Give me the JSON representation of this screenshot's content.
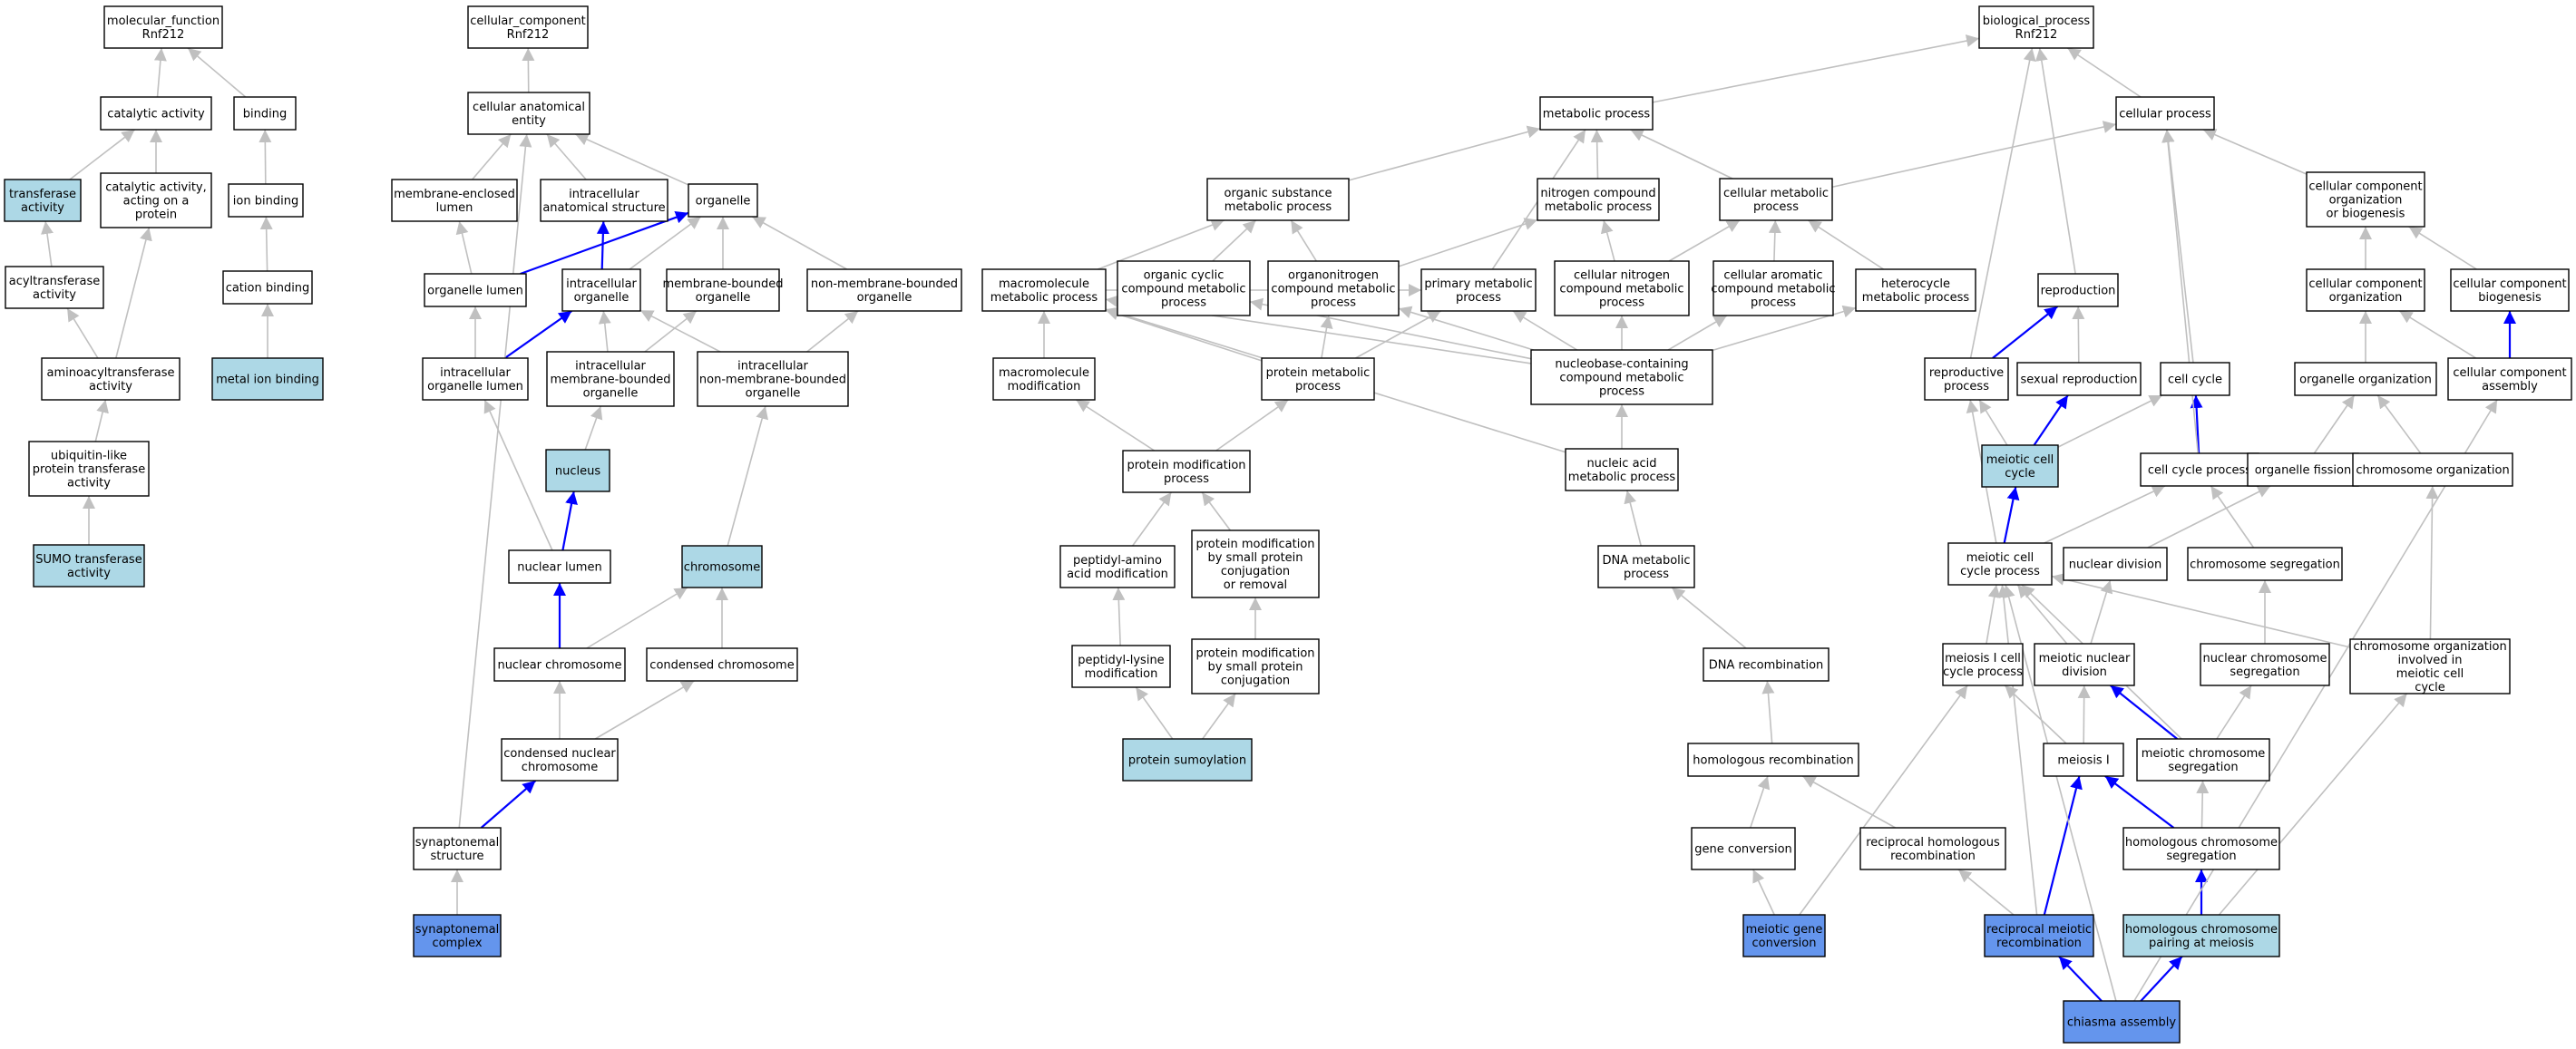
{
  "colors": {
    "node_fill": "#ffffff",
    "highlight_light": "#add8e6",
    "highlight_dark": "#6495ed",
    "edge_gray": "#c0c0c0",
    "edge_blue": "#0000ff",
    "border": "#000000"
  },
  "nodes": [
    {
      "id": "mf",
      "lines": [
        "molecular_function",
        "Rnf212"
      ],
      "fill": "white"
    },
    {
      "id": "catact",
      "lines": [
        "catalytic activity"
      ],
      "fill": "white"
    },
    {
      "id": "binding",
      "lines": [
        "binding"
      ],
      "fill": "white"
    },
    {
      "id": "transf",
      "lines": [
        "transferase",
        "activity"
      ],
      "fill": "light"
    },
    {
      "id": "catprot",
      "lines": [
        "catalytic activity,",
        "acting on a",
        "protein"
      ],
      "fill": "white"
    },
    {
      "id": "ionbind",
      "lines": [
        "ion binding"
      ],
      "fill": "white"
    },
    {
      "id": "acyltr",
      "lines": [
        "acyltransferase",
        "activity"
      ],
      "fill": "white"
    },
    {
      "id": "cationb",
      "lines": [
        "cation binding"
      ],
      "fill": "white"
    },
    {
      "id": "aminoacyl",
      "lines": [
        "aminoacyltransferase",
        "activity"
      ],
      "fill": "white"
    },
    {
      "id": "metalion",
      "lines": [
        "metal ion binding"
      ],
      "fill": "light"
    },
    {
      "id": "ubiq",
      "lines": [
        "ubiquitin-like",
        "protein transferase",
        "activity"
      ],
      "fill": "white"
    },
    {
      "id": "sumotr",
      "lines": [
        "SUMO transferase",
        "activity"
      ],
      "fill": "light"
    },
    {
      "id": "cc",
      "lines": [
        "cellular_component",
        "Rnf212"
      ],
      "fill": "white"
    },
    {
      "id": "cae",
      "lines": [
        "cellular anatomical",
        "entity"
      ],
      "fill": "white"
    },
    {
      "id": "mel",
      "lines": [
        "membrane-enclosed",
        "lumen"
      ],
      "fill": "white"
    },
    {
      "id": "ias",
      "lines": [
        "intracellular",
        "anatomical structure"
      ],
      "fill": "white"
    },
    {
      "id": "organelle",
      "lines": [
        "organelle"
      ],
      "fill": "white"
    },
    {
      "id": "orglumen",
      "lines": [
        "organelle lumen"
      ],
      "fill": "white"
    },
    {
      "id": "intorg",
      "lines": [
        "intracellular",
        "organelle"
      ],
      "fill": "white"
    },
    {
      "id": "mborg",
      "lines": [
        "membrane-bounded",
        "organelle"
      ],
      "fill": "white"
    },
    {
      "id": "nmborg",
      "lines": [
        "non-membrane-bounded",
        "organelle"
      ],
      "fill": "white"
    },
    {
      "id": "intorglumen",
      "lines": [
        "intracellular",
        "organelle lumen"
      ],
      "fill": "white"
    },
    {
      "id": "intmborg",
      "lines": [
        "intracellular",
        "membrane-bounded",
        "organelle"
      ],
      "fill": "white"
    },
    {
      "id": "intnmborg",
      "lines": [
        "intracellular",
        "non-membrane-bounded",
        "organelle"
      ],
      "fill": "white"
    },
    {
      "id": "nucleus",
      "lines": [
        "nucleus"
      ],
      "fill": "light"
    },
    {
      "id": "nuclumen",
      "lines": [
        "nuclear lumen"
      ],
      "fill": "white"
    },
    {
      "id": "chromosome",
      "lines": [
        "chromosome"
      ],
      "fill": "light"
    },
    {
      "id": "nucchr",
      "lines": [
        "nuclear chromosome"
      ],
      "fill": "white"
    },
    {
      "id": "condchr",
      "lines": [
        "condensed chromosome"
      ],
      "fill": "white"
    },
    {
      "id": "condnucchr",
      "lines": [
        "condensed nuclear",
        "chromosome"
      ],
      "fill": "white"
    },
    {
      "id": "synstruct",
      "lines": [
        "synaptonemal",
        "structure"
      ],
      "fill": "white"
    },
    {
      "id": "syncomplex",
      "lines": [
        "synaptonemal",
        "complex"
      ],
      "fill": "dark"
    },
    {
      "id": "metproc",
      "lines": [
        "metabolic process"
      ],
      "fill": "white"
    },
    {
      "id": "orgsub",
      "lines": [
        "organic substance",
        "metabolic process"
      ],
      "fill": "white"
    },
    {
      "id": "nitro",
      "lines": [
        "nitrogen compound",
        "metabolic process"
      ],
      "fill": "white"
    },
    {
      "id": "cellmet",
      "lines": [
        "cellular metabolic",
        "process"
      ],
      "fill": "white"
    },
    {
      "id": "macromol",
      "lines": [
        "macromolecule",
        "metabolic process"
      ],
      "fill": "white"
    },
    {
      "id": "orgcyc",
      "lines": [
        "organic cyclic",
        "compound metabolic",
        "process"
      ],
      "fill": "white"
    },
    {
      "id": "organonit",
      "lines": [
        "organonitrogen",
        "compound metabolic",
        "process"
      ],
      "fill": "white"
    },
    {
      "id": "primmet",
      "lines": [
        "primary metabolic",
        "process"
      ],
      "fill": "white"
    },
    {
      "id": "cellnit",
      "lines": [
        "cellular nitrogen",
        "compound metabolic",
        "process"
      ],
      "fill": "white"
    },
    {
      "id": "cellarom",
      "lines": [
        "cellular aromatic",
        "compound metabolic",
        "process"
      ],
      "fill": "white"
    },
    {
      "id": "hetero",
      "lines": [
        "heterocycle",
        "metabolic process"
      ],
      "fill": "white"
    },
    {
      "id": "macromod",
      "lines": [
        "macromolecule",
        "modification"
      ],
      "fill": "white"
    },
    {
      "id": "protmet",
      "lines": [
        "protein metabolic",
        "process"
      ],
      "fill": "white"
    },
    {
      "id": "nucbase",
      "lines": [
        "nucleobase-containing",
        "compound metabolic",
        "process"
      ],
      "fill": "white"
    },
    {
      "id": "protmod",
      "lines": [
        "protein modification",
        "process"
      ],
      "fill": "white"
    },
    {
      "id": "nucacid",
      "lines": [
        "nucleic acid",
        "metabolic process"
      ],
      "fill": "white"
    },
    {
      "id": "peptamino",
      "lines": [
        "peptidyl-amino",
        "acid modification"
      ],
      "fill": "white"
    },
    {
      "id": "protmodsmall",
      "lines": [
        "protein modification",
        "by small protein",
        "conjugation",
        "or removal"
      ],
      "fill": "white"
    },
    {
      "id": "dnamet",
      "lines": [
        "DNA metabolic",
        "process"
      ],
      "fill": "white"
    },
    {
      "id": "peptlys",
      "lines": [
        "peptidyl-lysine",
        "modification"
      ],
      "fill": "white"
    },
    {
      "id": "protmodconj",
      "lines": [
        "protein modification",
        "by small protein",
        "conjugation"
      ],
      "fill": "white"
    },
    {
      "id": "dnarec",
      "lines": [
        "DNA recombination"
      ],
      "fill": "white"
    },
    {
      "id": "protsumo",
      "lines": [
        "protein sumoylation"
      ],
      "fill": "light"
    },
    {
      "id": "homrec",
      "lines": [
        "homologous recombination"
      ],
      "fill": "white"
    },
    {
      "id": "geneconv",
      "lines": [
        "gene conversion"
      ],
      "fill": "white"
    },
    {
      "id": "reciphom",
      "lines": [
        "reciprocal homologous",
        "recombination"
      ],
      "fill": "white"
    },
    {
      "id": "meigeneconv",
      "lines": [
        "meiotic gene",
        "conversion"
      ],
      "fill": "dark"
    },
    {
      "id": "bp",
      "lines": [
        "biological_process",
        "Rnf212"
      ],
      "fill": "white"
    },
    {
      "id": "cellproc",
      "lines": [
        "cellular process"
      ],
      "fill": "white"
    },
    {
      "id": "ccob",
      "lines": [
        "cellular component",
        "organization",
        "or biogenesis"
      ],
      "fill": "white"
    },
    {
      "id": "repro",
      "lines": [
        "reproduction"
      ],
      "fill": "white"
    },
    {
      "id": "cco",
      "lines": [
        "cellular component",
        "organization"
      ],
      "fill": "white"
    },
    {
      "id": "ccb",
      "lines": [
        "cellular component",
        "biogenesis"
      ],
      "fill": "white"
    },
    {
      "id": "reproproc",
      "lines": [
        "reproductive",
        "process"
      ],
      "fill": "white"
    },
    {
      "id": "sexrepro",
      "lines": [
        "sexual reproduction"
      ],
      "fill": "white"
    },
    {
      "id": "cellcycle",
      "lines": [
        "cell cycle"
      ],
      "fill": "white"
    },
    {
      "id": "orgorg",
      "lines": [
        "organelle organization"
      ],
      "fill": "white"
    },
    {
      "id": "cca",
      "lines": [
        "cellular component",
        "assembly"
      ],
      "fill": "white"
    },
    {
      "id": "meicc",
      "lines": [
        "meiotic cell",
        "cycle"
      ],
      "fill": "light"
    },
    {
      "id": "ccproc",
      "lines": [
        "cell cycle process"
      ],
      "fill": "white"
    },
    {
      "id": "orgfis",
      "lines": [
        "organelle fission"
      ],
      "fill": "white"
    },
    {
      "id": "chrorg",
      "lines": [
        "chromosome organization"
      ],
      "fill": "white"
    },
    {
      "id": "meiccproc",
      "lines": [
        "meiotic cell",
        "cycle process"
      ],
      "fill": "white"
    },
    {
      "id": "nucdiv",
      "lines": [
        "nuclear division"
      ],
      "fill": "white"
    },
    {
      "id": "chrseg",
      "lines": [
        "chromosome segregation"
      ],
      "fill": "white"
    },
    {
      "id": "meiIccp",
      "lines": [
        "meiosis I cell",
        "cycle process"
      ],
      "fill": "white"
    },
    {
      "id": "meinucdiv",
      "lines": [
        "meiotic nuclear",
        "division"
      ],
      "fill": "white"
    },
    {
      "id": "nucchrseg",
      "lines": [
        "nuclear chromosome",
        "segregation"
      ],
      "fill": "white"
    },
    {
      "id": "chrorgmei",
      "lines": [
        "chromosome organization",
        "involved in",
        "meiotic cell",
        "cycle"
      ],
      "fill": "white"
    },
    {
      "id": "meiosisI",
      "lines": [
        "meiosis I"
      ],
      "fill": "white"
    },
    {
      "id": "meichrseg",
      "lines": [
        "meiotic chromosome",
        "segregation"
      ],
      "fill": "white"
    },
    {
      "id": "homchrseg",
      "lines": [
        "homologous chromosome",
        "segregation"
      ],
      "fill": "white"
    },
    {
      "id": "recipmeirec",
      "lines": [
        "reciprocal meiotic",
        "recombination"
      ],
      "fill": "dark"
    },
    {
      "id": "homchrpair",
      "lines": [
        "homologous chromosome",
        "pairing at meiosis"
      ],
      "fill": "light"
    },
    {
      "id": "chiasma",
      "lines": [
        "chiasma assembly"
      ],
      "fill": "dark"
    }
  ],
  "edges": [
    [
      "catact",
      "mf",
      "gray"
    ],
    [
      "binding",
      "mf",
      "gray"
    ],
    [
      "transf",
      "catact",
      "gray"
    ],
    [
      "catprot",
      "catact",
      "gray"
    ],
    [
      "ionbind",
      "binding",
      "gray"
    ],
    [
      "acyltr",
      "transf",
      "gray"
    ],
    [
      "cationb",
      "ionbind",
      "gray"
    ],
    [
      "aminoacyl",
      "acyltr",
      "gray"
    ],
    [
      "aminoacyl",
      "catprot",
      "gray"
    ],
    [
      "metalion",
      "cationb",
      "gray"
    ],
    [
      "ubiq",
      "aminoacyl",
      "gray"
    ],
    [
      "sumotr",
      "ubiq",
      "gray"
    ],
    [
      "cae",
      "cc",
      "gray"
    ],
    [
      "mel",
      "cae",
      "gray"
    ],
    [
      "ias",
      "cae",
      "gray"
    ],
    [
      "organelle",
      "cae",
      "gray"
    ],
    [
      "orglumen",
      "mel",
      "gray"
    ],
    [
      "orglumen",
      "organelle",
      "blue"
    ],
    [
      "intorg",
      "organelle",
      "gray"
    ],
    [
      "intorg",
      "ias",
      "blue"
    ],
    [
      "mborg",
      "organelle",
      "gray"
    ],
    [
      "nmborg",
      "organelle",
      "gray"
    ],
    [
      "intorglumen",
      "orglumen",
      "gray"
    ],
    [
      "intorglumen",
      "intorg",
      "blue"
    ],
    [
      "intmborg",
      "intorg",
      "gray"
    ],
    [
      "intmborg",
      "mborg",
      "gray"
    ],
    [
      "intnmborg",
      "intorg",
      "gray"
    ],
    [
      "intnmborg",
      "nmborg",
      "gray"
    ],
    [
      "nucleus",
      "intmborg",
      "gray"
    ],
    [
      "nuclumen",
      "nucleus",
      "blue"
    ],
    [
      "nuclumen",
      "intorglumen",
      "gray"
    ],
    [
      "chromosome",
      "intnmborg",
      "gray"
    ],
    [
      "nucchr",
      "nuclumen",
      "blue"
    ],
    [
      "nucchr",
      "chromosome",
      "gray"
    ],
    [
      "condchr",
      "chromosome",
      "gray"
    ],
    [
      "condnucchr",
      "nucchr",
      "gray"
    ],
    [
      "condnucchr",
      "condchr",
      "gray"
    ],
    [
      "synstruct",
      "condnucchr",
      "blue"
    ],
    [
      "synstruct",
      "cae",
      "gray"
    ],
    [
      "syncomplex",
      "synstruct",
      "gray"
    ],
    [
      "metproc",
      "bp",
      "gray"
    ],
    [
      "cellproc",
      "bp",
      "gray"
    ],
    [
      "repro",
      "bp",
      "gray"
    ],
    [
      "reproproc",
      "bp",
      "gray"
    ],
    [
      "orgsub",
      "metproc",
      "gray"
    ],
    [
      "nitro",
      "metproc",
      "gray"
    ],
    [
      "cellmet",
      "metproc",
      "gray"
    ],
    [
      "cellmet",
      "cellproc",
      "gray"
    ],
    [
      "primmet",
      "metproc",
      "gray"
    ],
    [
      "macromol",
      "orgsub",
      "gray"
    ],
    [
      "macromol",
      "primmet",
      "gray"
    ],
    [
      "orgcyc",
      "orgsub",
      "gray"
    ],
    [
      "organonit",
      "orgsub",
      "gray"
    ],
    [
      "organonit",
      "nitro",
      "gray"
    ],
    [
      "cellnit",
      "nitro",
      "gray"
    ],
    [
      "cellnit",
      "cellmet",
      "gray"
    ],
    [
      "cellarom",
      "cellmet",
      "gray"
    ],
    [
      "hetero",
      "cellmet",
      "gray"
    ],
    [
      "macromod",
      "macromol",
      "gray"
    ],
    [
      "protmet",
      "macromol",
      "gray"
    ],
    [
      "protmet",
      "organonit",
      "gray"
    ],
    [
      "protmet",
      "primmet",
      "gray"
    ],
    [
      "nucbase",
      "macromol",
      "gray"
    ],
    [
      "nucbase",
      "orgcyc",
      "gray"
    ],
    [
      "nucbase",
      "primmet",
      "gray"
    ],
    [
      "nucbase",
      "cellnit",
      "gray"
    ],
    [
      "nucbase",
      "cellarom",
      "gray"
    ],
    [
      "nucbase",
      "hetero",
      "gray"
    ],
    [
      "nucbase",
      "organonit",
      "gray"
    ],
    [
      "protmod",
      "macromod",
      "gray"
    ],
    [
      "protmod",
      "protmet",
      "gray"
    ],
    [
      "nucacid",
      "nucbase",
      "gray"
    ],
    [
      "nucacid",
      "macromol",
      "gray"
    ],
    [
      "peptamino",
      "protmod",
      "gray"
    ],
    [
      "protmodsmall",
      "protmod",
      "gray"
    ],
    [
      "dnamet",
      "nucacid",
      "gray"
    ],
    [
      "peptlys",
      "peptamino",
      "gray"
    ],
    [
      "protmodconj",
      "protmodsmall",
      "gray"
    ],
    [
      "protsumo",
      "peptlys",
      "gray"
    ],
    [
      "protsumo",
      "protmodconj",
      "gray"
    ],
    [
      "dnarec",
      "dnamet",
      "gray"
    ],
    [
      "homrec",
      "dnarec",
      "gray"
    ],
    [
      "geneconv",
      "homrec",
      "gray"
    ],
    [
      "reciphom",
      "homrec",
      "gray"
    ],
    [
      "meigeneconv",
      "geneconv",
      "gray"
    ],
    [
      "meigeneconv",
      "meiIccp",
      "gray"
    ],
    [
      "ccob",
      "cellproc",
      "gray"
    ],
    [
      "cco",
      "ccob",
      "gray"
    ],
    [
      "ccb",
      "ccob",
      "gray"
    ],
    [
      "reproproc",
      "repro",
      "blue"
    ],
    [
      "sexrepro",
      "repro",
      "gray"
    ],
    [
      "cellcycle",
      "cellproc",
      "gray"
    ],
    [
      "orgorg",
      "cco",
      "gray"
    ],
    [
      "cca",
      "cco",
      "gray"
    ],
    [
      "cca",
      "ccb",
      "blue"
    ],
    [
      "meicc",
      "reproproc",
      "gray"
    ],
    [
      "meicc",
      "sexrepro",
      "blue"
    ],
    [
      "meicc",
      "cellcycle",
      "gray"
    ],
    [
      "ccproc",
      "cellcycle",
      "blue"
    ],
    [
      "ccproc",
      "cellproc",
      "gray"
    ],
    [
      "orgfis",
      "orgorg",
      "gray"
    ],
    [
      "chrorg",
      "orgorg",
      "gray"
    ],
    [
      "meiccproc",
      "meicc",
      "blue"
    ],
    [
      "meiccproc",
      "ccproc",
      "gray"
    ],
    [
      "meiccproc",
      "reproproc",
      "gray"
    ],
    [
      "nucdiv",
      "orgfis",
      "gray"
    ],
    [
      "chrseg",
      "ccproc",
      "gray"
    ],
    [
      "meiIccp",
      "meiccproc",
      "gray"
    ],
    [
      "meinucdiv",
      "meiccproc",
      "gray"
    ],
    [
      "meinucdiv",
      "nucdiv",
      "gray"
    ],
    [
      "nucchrseg",
      "chrseg",
      "gray"
    ],
    [
      "chrorgmei",
      "meiccproc",
      "gray"
    ],
    [
      "chrorgmei",
      "chrorg",
      "gray"
    ],
    [
      "meiosisI",
      "meiIccp",
      "gray"
    ],
    [
      "meiosisI",
      "meinucdiv",
      "gray"
    ],
    [
      "meichrseg",
      "meinucdiv",
      "blue"
    ],
    [
      "meichrseg",
      "nucchrseg",
      "gray"
    ],
    [
      "meichrseg",
      "meiccproc",
      "gray"
    ],
    [
      "homchrseg",
      "meiosisI",
      "blue"
    ],
    [
      "homchrseg",
      "meichrseg",
      "gray"
    ],
    [
      "recipmeirec",
      "meiosisI",
      "blue"
    ],
    [
      "recipmeirec",
      "reciphom",
      "gray"
    ],
    [
      "recipmeirec",
      "meiccproc",
      "gray"
    ],
    [
      "homchrpair",
      "homchrseg",
      "blue"
    ],
    [
      "homchrpair",
      "chrorgmei",
      "gray"
    ],
    [
      "chiasma",
      "recipmeirec",
      "blue"
    ],
    [
      "chiasma",
      "homchrpair",
      "blue"
    ],
    [
      "chiasma",
      "meiccproc",
      "gray"
    ],
    [
      "chiasma",
      "cca",
      "gray"
    ]
  ]
}
